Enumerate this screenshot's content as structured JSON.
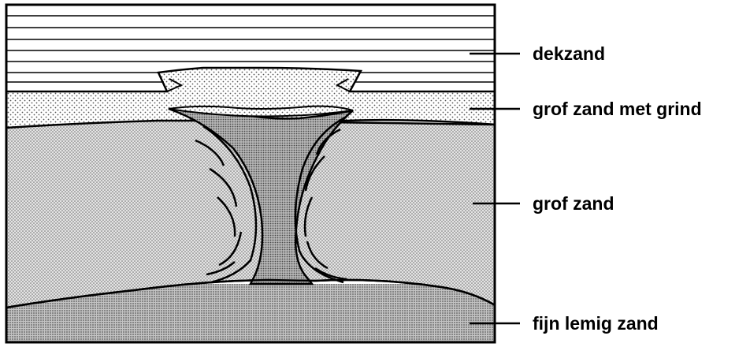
{
  "diagram": {
    "layers": [
      {
        "id": "dekzand",
        "label": "dekzand"
      },
      {
        "id": "grof-zand-met-grind",
        "label": "grof zand met grind"
      },
      {
        "id": "grof-zand",
        "label": "grof zand"
      },
      {
        "id": "fijn-lemig-zand",
        "label": "fijn lemig zand"
      }
    ]
  }
}
